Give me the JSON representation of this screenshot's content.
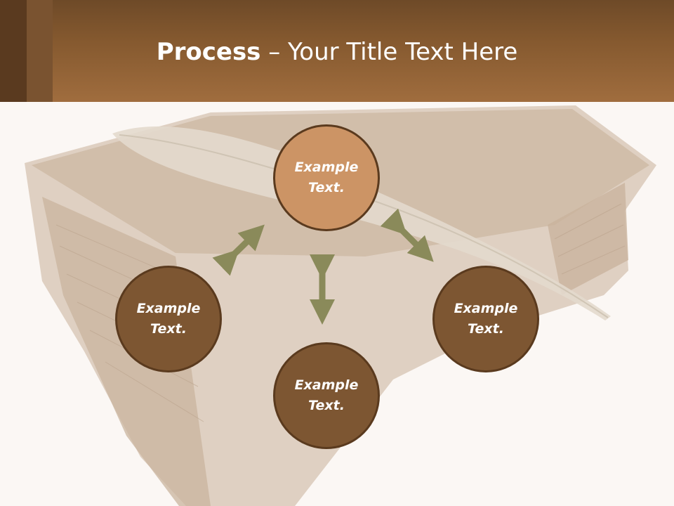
{
  "slide": {
    "title_bold": "Process",
    "title_rest": " – Your Title Text Here"
  },
  "nodes": [
    {
      "id": "top",
      "line1": "Example",
      "line2": "Text."
    },
    {
      "id": "left",
      "line1": "Example",
      "line2": "Text."
    },
    {
      "id": "right",
      "line1": "Example",
      "line2": "Text."
    },
    {
      "id": "bottom",
      "line1": "Example",
      "line2": "Text."
    }
  ],
  "colors": {
    "header": "#85592f",
    "node_highlight": "#cc9465",
    "node_default": "#7d5632",
    "node_border": "#5a3a1e",
    "arrow": "#8a8a5a",
    "background": "#fbf7f4"
  },
  "icons": {
    "arrows": "double-headed-arrow"
  }
}
